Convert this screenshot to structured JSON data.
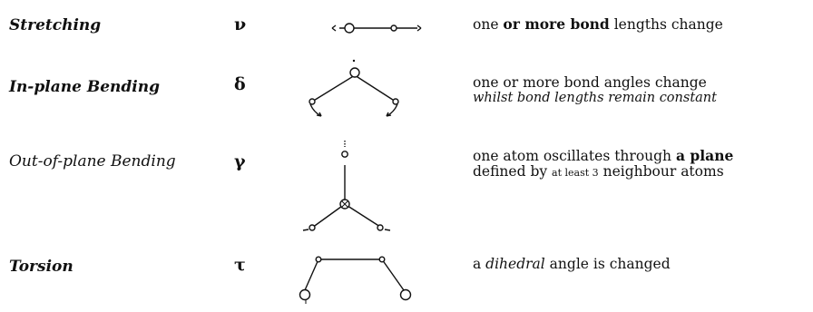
{
  "modes": [
    {
      "name": "Stretching",
      "symbol": "ν",
      "icon": "stretching-diagram",
      "desc_parts": [
        "one ",
        "or more bond",
        " lengths change"
      ]
    },
    {
      "name": "In-plane Bending",
      "symbol": "δ",
      "icon": "in-plane-bending-diagram",
      "desc_line1": "one or more bond angles change",
      "desc_line2": "whilst bond lengths remain constant"
    },
    {
      "name": "Out-of-plane Bending",
      "symbol": "γ",
      "icon": "out-of-plane-bending-diagram",
      "desc_parts": [
        "one atom oscillates through ",
        "a plane"
      ],
      "desc_line2_parts": [
        "defined by ",
        "at least 3",
        " neighbour atoms"
      ]
    },
    {
      "name": "Torsion",
      "symbol": "τ",
      "icon": "torsion-diagram",
      "desc_parts": [
        "a ",
        "dihedral",
        " angle is changed"
      ]
    }
  ]
}
